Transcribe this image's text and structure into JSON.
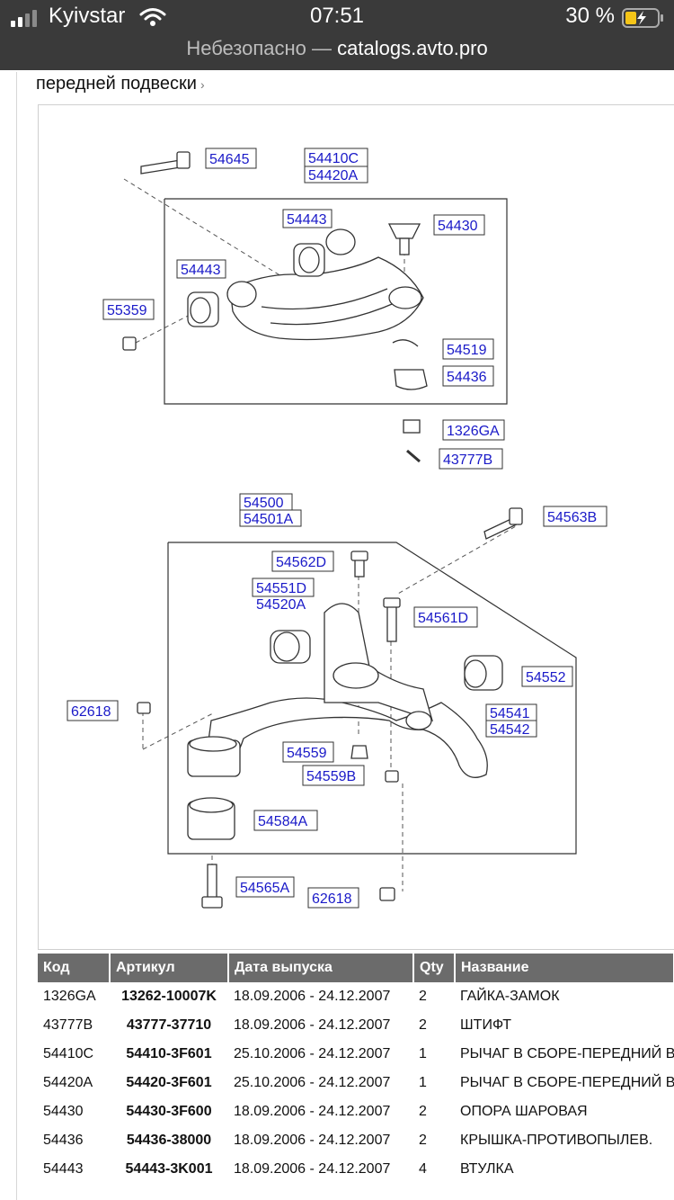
{
  "status": {
    "carrier": "Kyivstar",
    "time": "07:51",
    "battery": "30 %"
  },
  "browser": {
    "insecure": "Небезопасно —",
    "host": "catalogs.avto.pro"
  },
  "breadcrumb": "передней подвески",
  "diagram": {
    "labels": [
      "54645",
      "54410C",
      "54420A",
      "54443",
      "54430",
      "54443",
      "55359",
      "54519",
      "54436",
      "1326GA",
      "43777B",
      "54500",
      "54501A",
      "54563B",
      "54562D",
      "54551D",
      "54520A",
      "54561D",
      "54552",
      "62618",
      "54541",
      "54542",
      "54559",
      "54559B",
      "54584A",
      "54565A",
      "62618"
    ]
  },
  "table": {
    "headers": [
      "Код",
      "Артикул",
      "Дата выпуска",
      "Qty",
      "Название"
    ],
    "rows": [
      [
        "1326GA",
        "13262-10007K",
        "18.09.2006 - 24.12.2007",
        "2",
        "ГАЙКА-ЗАМОК"
      ],
      [
        "43777B",
        "43777-37710",
        "18.09.2006 - 24.12.2007",
        "2",
        "ШТИФТ"
      ],
      [
        "54410C",
        "54410-3F601",
        "25.10.2006 - 24.12.2007",
        "1",
        "РЫЧАГ В СБОРЕ-ПЕРЕДНИЙ ВЕ"
      ],
      [
        "54420A",
        "54420-3F601",
        "25.10.2006 - 24.12.2007",
        "1",
        "РЫЧАГ В СБОРЕ-ПЕРЕДНИЙ ВЕ"
      ],
      [
        "54430",
        "54430-3F600",
        "18.09.2006 - 24.12.2007",
        "2",
        "ОПОРА ШАРОВАЯ"
      ],
      [
        "54436",
        "54436-38000",
        "18.09.2006 - 24.12.2007",
        "2",
        "КРЫШКА-ПРОТИВОПЫЛЕВ."
      ],
      [
        "54443",
        "54443-3K001",
        "18.09.2006 - 24.12.2007",
        "4",
        "ВТУЛКА"
      ]
    ]
  }
}
